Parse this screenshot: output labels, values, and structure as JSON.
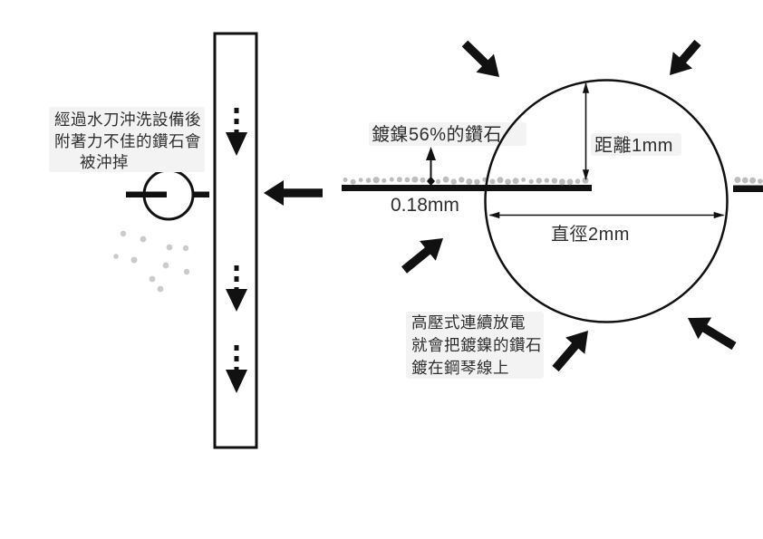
{
  "diagram": {
    "type": "process-diagram",
    "topic": "diamond electroplating onto piano wire",
    "wash_note": {
      "line1": "經過水刀沖洗設備後",
      "line2": "附著力不佳的鑽石會",
      "line3": "被沖掉"
    },
    "coated_diamond_label": "鍍鎳56%的鑽石",
    "wire_thickness_label": "0.18mm",
    "distance_label": "距離1mm",
    "diameter_label": "直徑2mm",
    "discharge_note": {
      "line1": "高壓式連續放電",
      "line2": "就會把鍍鎳的鑽石",
      "line3": "鍍在鋼琴線上"
    },
    "colors": {
      "ink": "#111111",
      "text": "#2e2e2e",
      "particle_gray": "#bdbdbd",
      "faint_particle": "#cbcbcb",
      "canvas": "#ffffff"
    }
  }
}
